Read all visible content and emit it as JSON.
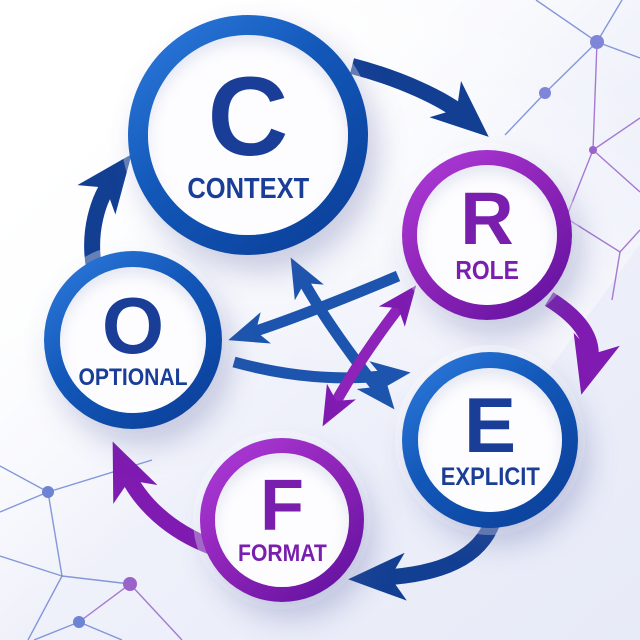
{
  "diagram": {
    "type": "cycle-diagram",
    "nodes": [
      {
        "id": "context",
        "letter": "C",
        "label": "CONTEXT",
        "scheme": "blue"
      },
      {
        "id": "role",
        "letter": "R",
        "label": "ROLE",
        "scheme": "purple"
      },
      {
        "id": "explicit",
        "letter": "E",
        "label": "EXPLICIT",
        "scheme": "blue"
      },
      {
        "id": "format",
        "letter": "F",
        "label": "FORMAT",
        "scheme": "purple"
      },
      {
        "id": "optional",
        "letter": "O",
        "label": "OPTIONAL",
        "scheme": "blue"
      }
    ],
    "connections": [
      {
        "from": "CONTEXT",
        "to": "ROLE",
        "type": "outer-cycle",
        "color": "blue",
        "bidirectional": false
      },
      {
        "from": "ROLE",
        "to": "EXPLICIT",
        "type": "outer-cycle",
        "color": "purple",
        "bidirectional": false
      },
      {
        "from": "EXPLICIT",
        "to": "FORMAT",
        "type": "outer-cycle",
        "color": "blue",
        "bidirectional": false
      },
      {
        "from": "FORMAT",
        "to": "OPTIONAL",
        "type": "outer-cycle",
        "color": "purple",
        "bidirectional": false
      },
      {
        "from": "OPTIONAL",
        "to": "CONTEXT",
        "type": "outer-cycle",
        "color": "blue",
        "bidirectional": false
      },
      {
        "from": "CONTEXT",
        "to": "EXPLICIT",
        "type": "cross",
        "color": "blue",
        "bidirectional": true
      },
      {
        "from": "ROLE",
        "to": "OPTIONAL",
        "type": "cross",
        "color": "blue",
        "bidirectional": false
      },
      {
        "from": "OPTIONAL",
        "to": "EXPLICIT",
        "type": "cross",
        "color": "blue",
        "bidirectional": false
      },
      {
        "from": "FORMAT",
        "to": "ROLE",
        "type": "cross",
        "color": "purple",
        "bidirectional": true
      }
    ],
    "colors": {
      "blue_ring_start": "#2f7de0",
      "blue_ring_end": "#0a3c95",
      "navy_text": "#1a3e97",
      "purple_ring_start": "#b13ddb",
      "purple_ring_end": "#5c0f9b",
      "purple_text": "#7a1fad",
      "arrow_navy": "#133f93",
      "arrow_blue": "#1d55ae",
      "arrow_purple": "#7f1bb0",
      "background": "#e9ecf8"
    }
  }
}
